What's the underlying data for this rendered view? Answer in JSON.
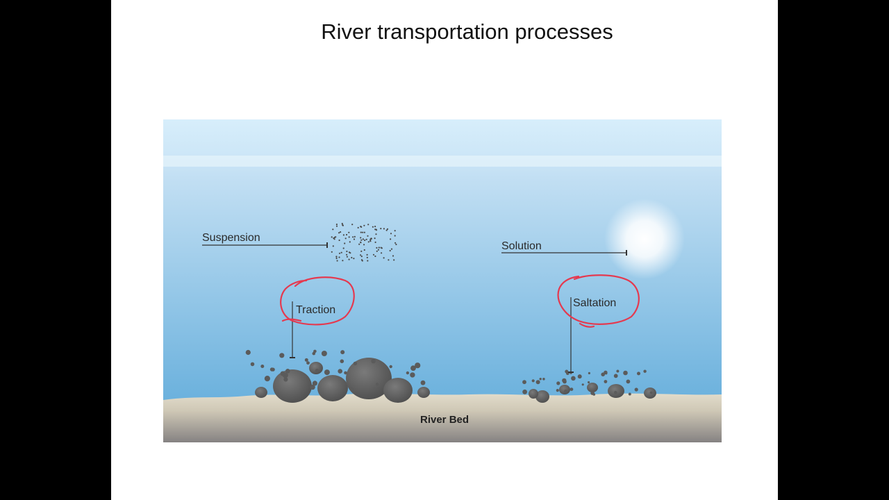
{
  "slide": {
    "title": "River transportation processes"
  },
  "diagram": {
    "labels": {
      "suspension": "Suspension",
      "solution": "Solution",
      "traction": "Traction",
      "saltation": "Saltation",
      "river_bed": "River Bed"
    },
    "colors": {
      "water_top": "#d4ebf9",
      "water_bottom": "#6fb3dd",
      "sand": "#ddd6c4",
      "bed_shadow": "#8a8682",
      "rock": "#5b5b5b",
      "annotation_circle": "#e5394f",
      "leader_line": "#333333"
    }
  }
}
